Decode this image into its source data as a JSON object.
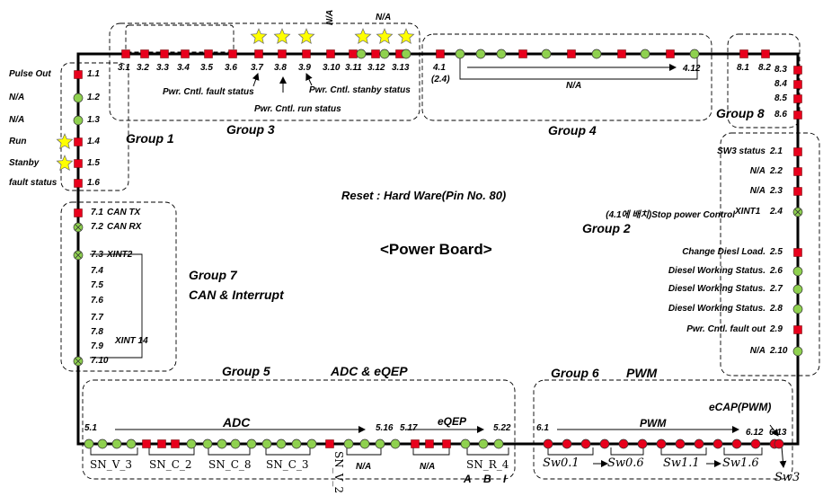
{
  "title": "<Power Board>",
  "reset_note": "Reset : Hard Ware(Pin No. 80)",
  "colors": {
    "red_pin": "#e8001c",
    "green_pin": "#8fd14f",
    "star": "#ffff00",
    "line": "#000000"
  },
  "groups": {
    "g1": "Group 1",
    "g2": "Group 2",
    "g3": "Group 3",
    "g4": "Group 4",
    "g5": "Group 5",
    "g5_sub": "ADC & eQEP",
    "g6": "Group 6",
    "g6_sub": "PWM",
    "g7": "Group 7",
    "g7_sub": "CAN & Interrupt",
    "g8": "Group 8"
  },
  "left_pins": [
    {
      "num": "1.1",
      "label": "Pulse Out"
    },
    {
      "num": "1.2",
      "label": "N/A"
    },
    {
      "num": "1.3",
      "label": "N/A"
    },
    {
      "num": "1.4",
      "label": "Run"
    },
    {
      "num": "1.5",
      "label": "Stanby"
    },
    {
      "num": "1.6",
      "label": "fault status"
    },
    {
      "num": "7.1",
      "label": "CAN TX"
    },
    {
      "num": "7.2",
      "label": "CAN RX"
    },
    {
      "num": "7.3",
      "label": "XINT2"
    },
    {
      "num": "7.4"
    },
    {
      "num": "7.5"
    },
    {
      "num": "7.6"
    },
    {
      "num": "7.7"
    },
    {
      "num": "7.8"
    },
    {
      "num": "7.9"
    },
    {
      "num": "7.10"
    }
  ],
  "xint14": "XINT 14",
  "top_pins": [
    "3.1",
    "3.2",
    "3.3",
    "3.4",
    "3.5",
    "3.6",
    "3.7",
    "3.8",
    "3.9",
    "3.10",
    "3.11",
    "3.12",
    "3.13"
  ],
  "top_notes": {
    "na_top": "N/A",
    "na_vert": "N/A",
    "fault": "Pwr. Cntl. fault status",
    "run": "Pwr. Cntl. run status",
    "stanby": "Pwr. Cntl. stanby status"
  },
  "g4": {
    "start": "4.1",
    "start_sub": "(2.4)",
    "end": "4.12",
    "na": "N/A"
  },
  "g8_pins": [
    "8.1",
    "8.2",
    "8.3",
    "8.4",
    "8.5",
    "8.6"
  ],
  "right_pins": [
    {
      "num": "2.1",
      "label": "SW3 status"
    },
    {
      "num": "2.2",
      "label": "N/A"
    },
    {
      "num": "2.3",
      "label": "N/A"
    },
    {
      "num": "2.4",
      "label": "(4.1에 배치)Stop power Control",
      "tag": "XINT1"
    },
    {
      "num": "2.5",
      "label": "Change Diesl Load."
    },
    {
      "num": "2.6",
      "label": "Diesel Working Status."
    },
    {
      "num": "2.7",
      "label": "Diesel Working Status."
    },
    {
      "num": "2.8",
      "label": "Diesel Working Status."
    },
    {
      "num": "2.9",
      "label": "Pwr. Cntl.  fault out"
    },
    {
      "num": "2.10",
      "label": "N/A"
    }
  ],
  "bottom": {
    "p51": "5.1",
    "adc": "ADC",
    "p516": "5.16",
    "p517": "5.17",
    "eqep": "eQEP",
    "p522": "5.22",
    "groups": [
      "SN_V_3",
      "SN_C_2",
      "SN_C_8",
      "SN_C_3",
      "SN_V_2",
      "N/A",
      "N/A",
      "SN_R_4"
    ],
    "abi": [
      "A",
      "B",
      "I"
    ],
    "p61": "6.1",
    "pwm": "PWM",
    "p612": "6.12",
    "p613": "6.13",
    "ecap": "eCAP(PWM)",
    "sw": [
      "Sw0.1",
      "Sw0.6",
      "Sw1.1",
      "Sw1.6",
      "Sw3"
    ]
  }
}
